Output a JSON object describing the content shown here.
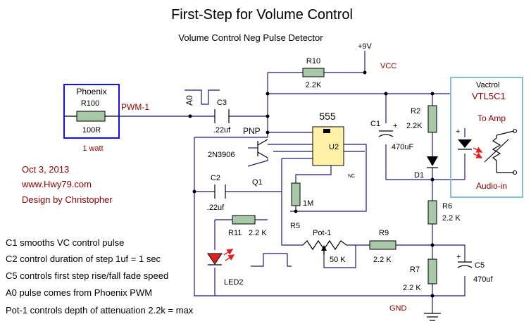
{
  "title": "First-Step for Volume Control",
  "subtitle": "Volume Control Neg Pulse Detector",
  "supply": {
    "v9": "+9V",
    "vcc": "VCC",
    "gnd": "GND"
  },
  "phoenix": {
    "name": "Phoenix",
    "ref": "R100",
    "value": "100R",
    "watt": "1 watt"
  },
  "signals": {
    "pwm": "PWM-1",
    "a0": "A0"
  },
  "parts": {
    "r10": {
      "ref": "R10",
      "value": "2.2K"
    },
    "c3": {
      "ref": "C3",
      "value": ".22uf"
    },
    "q1": {
      "type": "PNP",
      "model": "2N3906",
      "ref": "Q1"
    },
    "c2": {
      "ref": "C2",
      "value": ".22uf"
    },
    "r11": {
      "ref": "R11",
      "value": "2.2 K"
    },
    "led2": {
      "ref": "LED2"
    },
    "ic": {
      "name": "555",
      "ref": "U2",
      "nc": "NC"
    },
    "r5": {
      "ref": "R5",
      "value": "1M"
    },
    "pot1": {
      "ref": "Pot-1",
      "value": "50 K"
    },
    "r9": {
      "ref": "R9",
      "value": "2.2 K"
    },
    "c1": {
      "ref": "C1",
      "plus": "+",
      "value": "470uF"
    },
    "r2": {
      "ref": "R2",
      "value": "2.2K"
    },
    "d1": {
      "ref": "D1"
    },
    "r6": {
      "ref": "R6",
      "value": "2.2 K"
    },
    "r7": {
      "ref": "R7",
      "value": "2.2 K"
    },
    "c5": {
      "ref": "C5",
      "plus": "+",
      "value": "470uf"
    }
  },
  "vactrol": {
    "name": "Vactrol",
    "model": "VTL5C1",
    "plus": "+",
    "to_amp": "To Amp",
    "audio_in": "Audio-in"
  },
  "credits": {
    "date": "Oct 3, 2013",
    "site": "www.Hwy79.com",
    "author": "Design by Christopher"
  },
  "notes": [
    "C1 smooths VC control pulse",
    "C2 control duration of step 1uf = 1 sec",
    "C5 controls first step rise/fall fade speed",
    "A0 pulse comes from Phoenix PWM",
    "Pot-1 controls depth of attenuation 2.2k = max"
  ],
  "colors": {
    "wire": "#1a1a7a",
    "ic_fill": "#fff2a8",
    "resistor_fill": "#a8c8a8",
    "box_blue": "#1010ff",
    "box_teal": "#80c0d0",
    "text_red": "#8b0000",
    "led_red": "#e02020"
  }
}
